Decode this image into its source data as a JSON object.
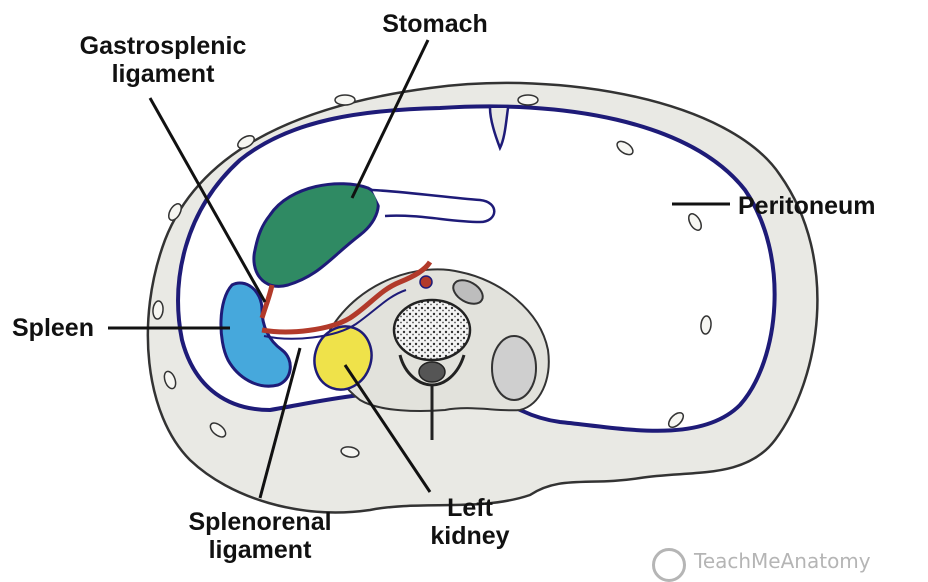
{
  "labels": {
    "gastrosplenic": [
      "Gastrosplenic",
      "ligament"
    ],
    "stomach": "Stomach",
    "peritoneum": "Peritoneum",
    "spleen": "Spleen",
    "splenorenal": [
      "Splenorenal",
      "ligament"
    ],
    "left_kidney": [
      "Left",
      "kidney"
    ]
  },
  "watermark": "TeachMeAnatomy",
  "colors": {
    "stomach": "#2f8a63",
    "spleen": "#46a8dc",
    "kidney": "#efe24a",
    "peritoneum": "#1e1b78",
    "ligament": "#b23a2a",
    "body_wall": "#e9e9e4"
  }
}
